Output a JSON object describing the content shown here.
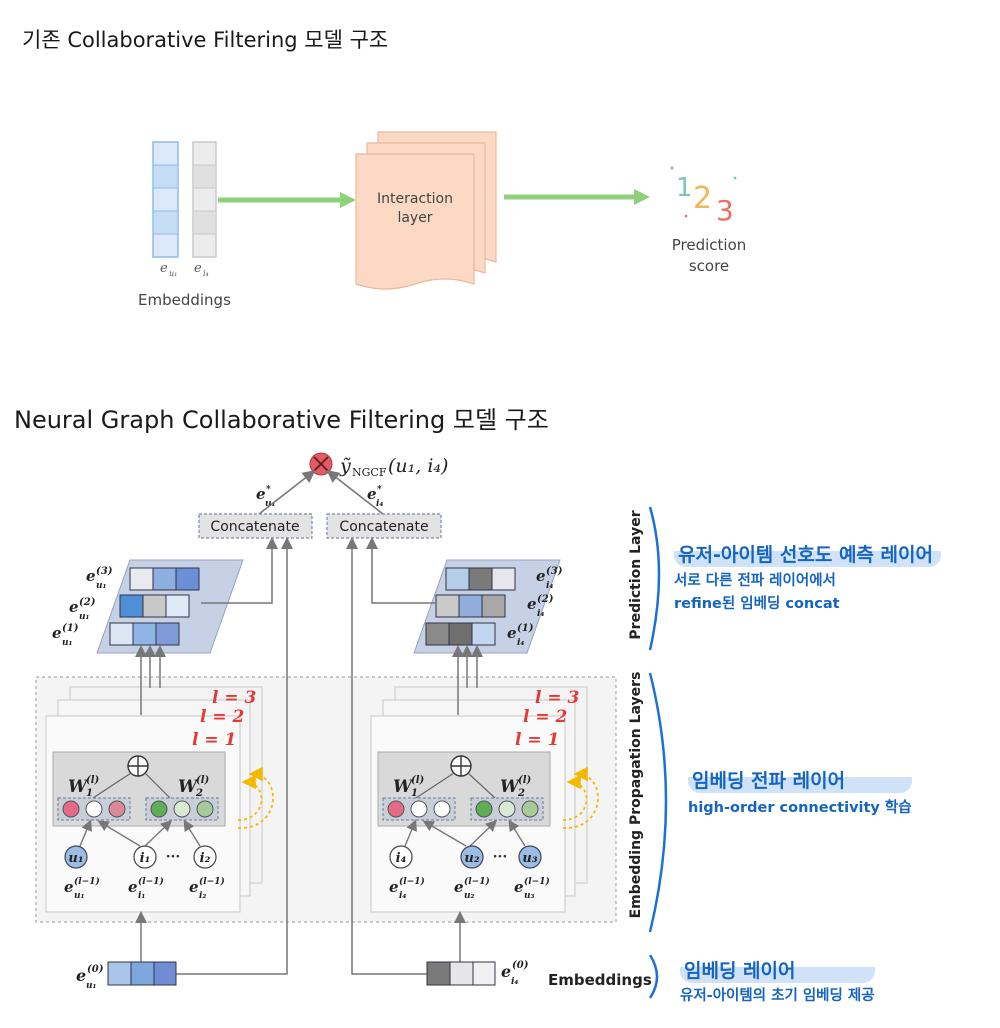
{
  "titles": {
    "top": "기존 Collaborative Filtering 모델 구조",
    "bottom": "Neural Graph Collaborative Filtering 모델 구조"
  },
  "classic": {
    "emb_u_label": "e",
    "emb_u_sub": "u₁",
    "emb_i_label": "e",
    "emb_i_sub": "i₄",
    "embeddings_label": "Embeddings",
    "interaction_line1": "Interaction",
    "interaction_line2": "layer",
    "score_digits": [
      "1",
      "2",
      "3"
    ],
    "prediction_line1": "Prediction",
    "prediction_line2": "score"
  },
  "ngcf": {
    "output_y": "ỹ",
    "output_sub": "NGCF",
    "output_args": "(u₁, i₄)",
    "estar_u_sub": "u₁",
    "estar_i_sub": "i₄",
    "concat_left": "Concatenate",
    "concat_right": "Concatenate",
    "left_stack_labels": [
      {
        "base": "e",
        "sup": "(3)",
        "sub": "u₁"
      },
      {
        "base": "e",
        "sup": "(2)",
        "sub": "u₁"
      },
      {
        "base": "e",
        "sup": "(1)",
        "sub": "u₁"
      }
    ],
    "right_stack_labels": [
      {
        "base": "e",
        "sup": "(3)",
        "sub": "i₄"
      },
      {
        "base": "e",
        "sup": "(2)",
        "sub": "i₄"
      },
      {
        "base": "e",
        "sup": "(1)",
        "sub": "i₄"
      }
    ],
    "layer_labels": [
      "l = 3",
      "l = 2",
      "l = 1"
    ],
    "w1": {
      "base": "W",
      "sup": "(l)",
      "sub": "1"
    },
    "w2": {
      "base": "W",
      "sup": "(l)",
      "sub": "2"
    },
    "left_nodes": [
      "u₁",
      "i₁",
      "i₂"
    ],
    "right_nodes": [
      "i₄",
      "u₂",
      "u₃"
    ],
    "ellipsis": "···",
    "left_node_labels": [
      {
        "sub": "u₁"
      },
      {
        "sub": "i₁"
      },
      {
        "sub": "i₂"
      }
    ],
    "right_node_labels": [
      {
        "sub": "i₄"
      },
      {
        "sub": "u₂"
      },
      {
        "sub": "u₃"
      }
    ],
    "node_label_base": "e",
    "node_label_sup": "(l−1)",
    "emb0_u": {
      "base": "e",
      "sup": "(0)",
      "sub": "u₁"
    },
    "emb0_i": {
      "base": "e",
      "sup": "(0)",
      "sub": "i₄"
    },
    "side_prediction": "Prediction Layer",
    "side_propagation": "Embedding Propagation Layers",
    "side_embeddings": "Embeddings"
  },
  "annotations": {
    "prediction_title": "유저-아이템 선호도 예측 레이어",
    "prediction_line1": "서로 다른 전파 레이어에서",
    "prediction_line2": "refine된 임베딩 concat",
    "propagation_title": "임베딩 전파 레이어",
    "propagation_line1": "high-order connectivity 학습",
    "embedding_title": "임베딩 레이어",
    "embedding_line1": "유저-아이템의 초기 임베딩 제공"
  },
  "colors": {
    "accent_blue": "#1565c0",
    "bracket_blue": "#1e6fd9",
    "layer_red": "#e53935",
    "arrow_green": "#8fd07a",
    "interaction_fill": "#fbd9c4"
  }
}
